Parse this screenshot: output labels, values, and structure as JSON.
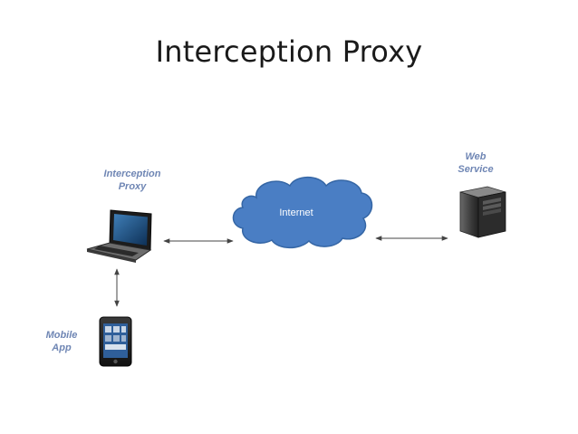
{
  "title": "Interception Proxy",
  "nodes": {
    "proxy": {
      "label_lines": [
        "Interception",
        "Proxy"
      ],
      "icon": "laptop-icon"
    },
    "internet": {
      "label": "Internet",
      "icon": "cloud-icon"
    },
    "web_service": {
      "label_lines": [
        "Web",
        "Service"
      ],
      "icon": "server-tower-icon"
    },
    "mobile_app": {
      "label_lines": [
        "Mobile",
        "App"
      ],
      "icon": "smartphone-icon"
    }
  },
  "connections": [
    {
      "from": "proxy",
      "to": "internet",
      "direction": "bidirectional"
    },
    {
      "from": "internet",
      "to": "web_service",
      "direction": "bidirectional"
    },
    {
      "from": "mobile_app",
      "to": "proxy",
      "direction": "bidirectional"
    }
  ],
  "colors": {
    "label": "#6f86b4",
    "cloud_fill": "#4a7ec4",
    "cloud_stroke": "#3566a5"
  }
}
